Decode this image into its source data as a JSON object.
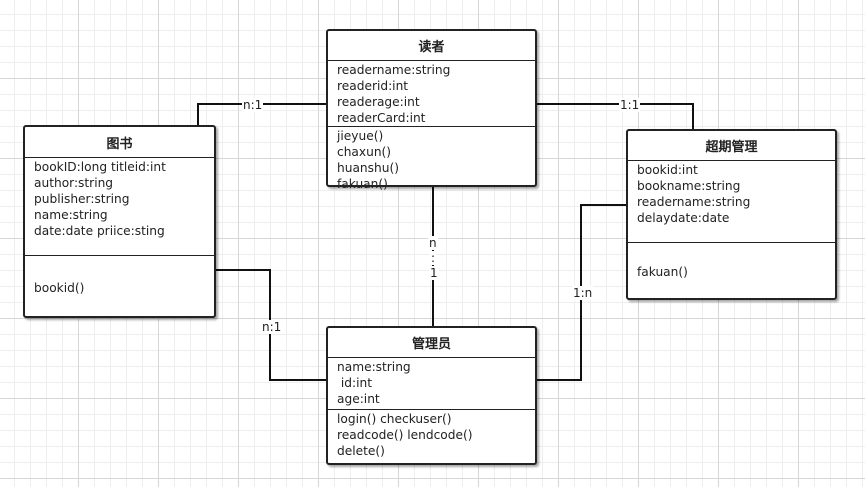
{
  "classes": {
    "reader": {
      "name": "读者",
      "attributes": [
        "readername:string",
        "readerid:int",
        "readerage:int",
        "readerCard:int"
      ],
      "methods": [
        "jieyue()",
        "chaxun()",
        "huanshu()",
        "fakuan()"
      ]
    },
    "book": {
      "name": "图书",
      "attributes": [
        "bookID:long titleid:int",
        "author:string",
        "publisher:string",
        "name:string",
        "date:date priice:sting"
      ],
      "methods": [
        "bookid()"
      ]
    },
    "overdue": {
      "name": "超期管理",
      "attributes": [
        "bookid:int",
        "bookname:string",
        "readername:string",
        "delaydate:date"
      ],
      "methods": [
        "fakuan()"
      ]
    },
    "admin": {
      "name": "管理员",
      "attributes": [
        "name:string",
        " id:int",
        "age:int"
      ],
      "methods": [
        "login() checkuser()",
        "readcode() lendcode()",
        "delete()"
      ]
    }
  },
  "relations": {
    "book_reader": "n:1",
    "reader_overdue": "1:1",
    "reader_admin": [
      "n",
      ":",
      "1"
    ],
    "book_admin": "n:1",
    "overdue_admin": "1:n"
  }
}
